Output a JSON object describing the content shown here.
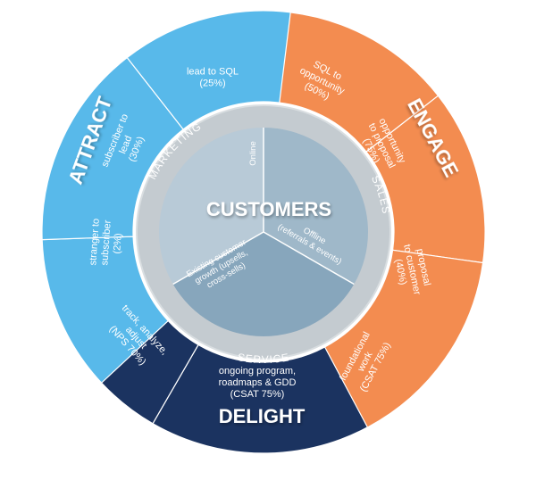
{
  "center": {
    "title": "CUSTOMERS",
    "sectors": [
      {
        "label": "Online"
      },
      {
        "lines": [
          "Offline",
          "(referrals & events)"
        ]
      },
      {
        "lines": [
          "Existing customer",
          "growth (upsells,",
          "cross-sells)"
        ]
      }
    ]
  },
  "ring_labels": {
    "marketing": "MARKETING",
    "sales": "SALES",
    "service": "SERVICE"
  },
  "stages": {
    "attract": {
      "title": "ATTRACT",
      "color": "#58b9ea",
      "segments": [
        {
          "lines": [
            "stranger to",
            "subscriber",
            "(2%)"
          ]
        },
        {
          "lines": [
            "subscriber to",
            "lead",
            "(30%)"
          ]
        },
        {
          "lines": [
            "lead to SQL",
            "(25%)"
          ]
        }
      ]
    },
    "engage": {
      "title": "ENGAGE",
      "color": "#f38c50",
      "segments": [
        {
          "lines": [
            "SQL to",
            "opportunity",
            "(50%)"
          ]
        },
        {
          "lines": [
            "opportunity",
            "to proposal",
            "(75%)"
          ]
        },
        {
          "lines": [
            "proposal",
            "to customer",
            "(40%)"
          ]
        }
      ]
    },
    "delight": {
      "title": "DELIGHT",
      "color": "#1b3360",
      "segments": [
        {
          "lines": [
            "foundational",
            "work",
            "(CSAT 75%)"
          ]
        },
        {
          "lines": [
            "ongoing program,",
            "roadmaps & GDD",
            "(CSAT 75%)"
          ]
        },
        {
          "lines": [
            "track, analyze,",
            "adjust",
            "(NPS 70%)"
          ]
        }
      ]
    }
  }
}
